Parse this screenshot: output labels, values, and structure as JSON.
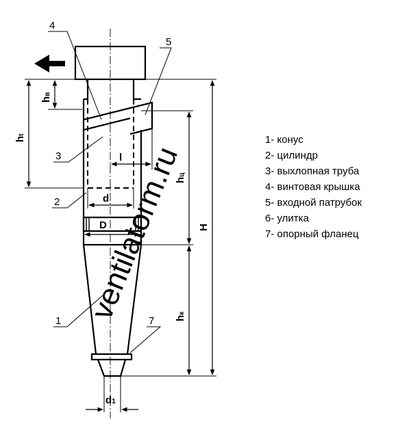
{
  "watermark": "ventilatorm.ru",
  "callouts": [
    "4",
    "5",
    "3",
    "2",
    "1",
    "7"
  ],
  "dimensions": {
    "h_t": {
      "main": "h",
      "sub": "t"
    },
    "h_v": {
      "main": "h",
      "sub": "в"
    },
    "h_ts": {
      "main": "h",
      "sub": "ц"
    },
    "h_k": {
      "main": "h",
      "sub": "к"
    },
    "H": "H",
    "l": "l",
    "d": "d",
    "D": "D",
    "d1": {
      "main": "d",
      "sub": "1"
    }
  },
  "legend": [
    "1- конус",
    "2- цилиндр",
    "3- выхлопная труба",
    "4- винтовая крышка",
    "5- входной патрубок",
    "6- улитка",
    "7- опорный фланец"
  ]
}
